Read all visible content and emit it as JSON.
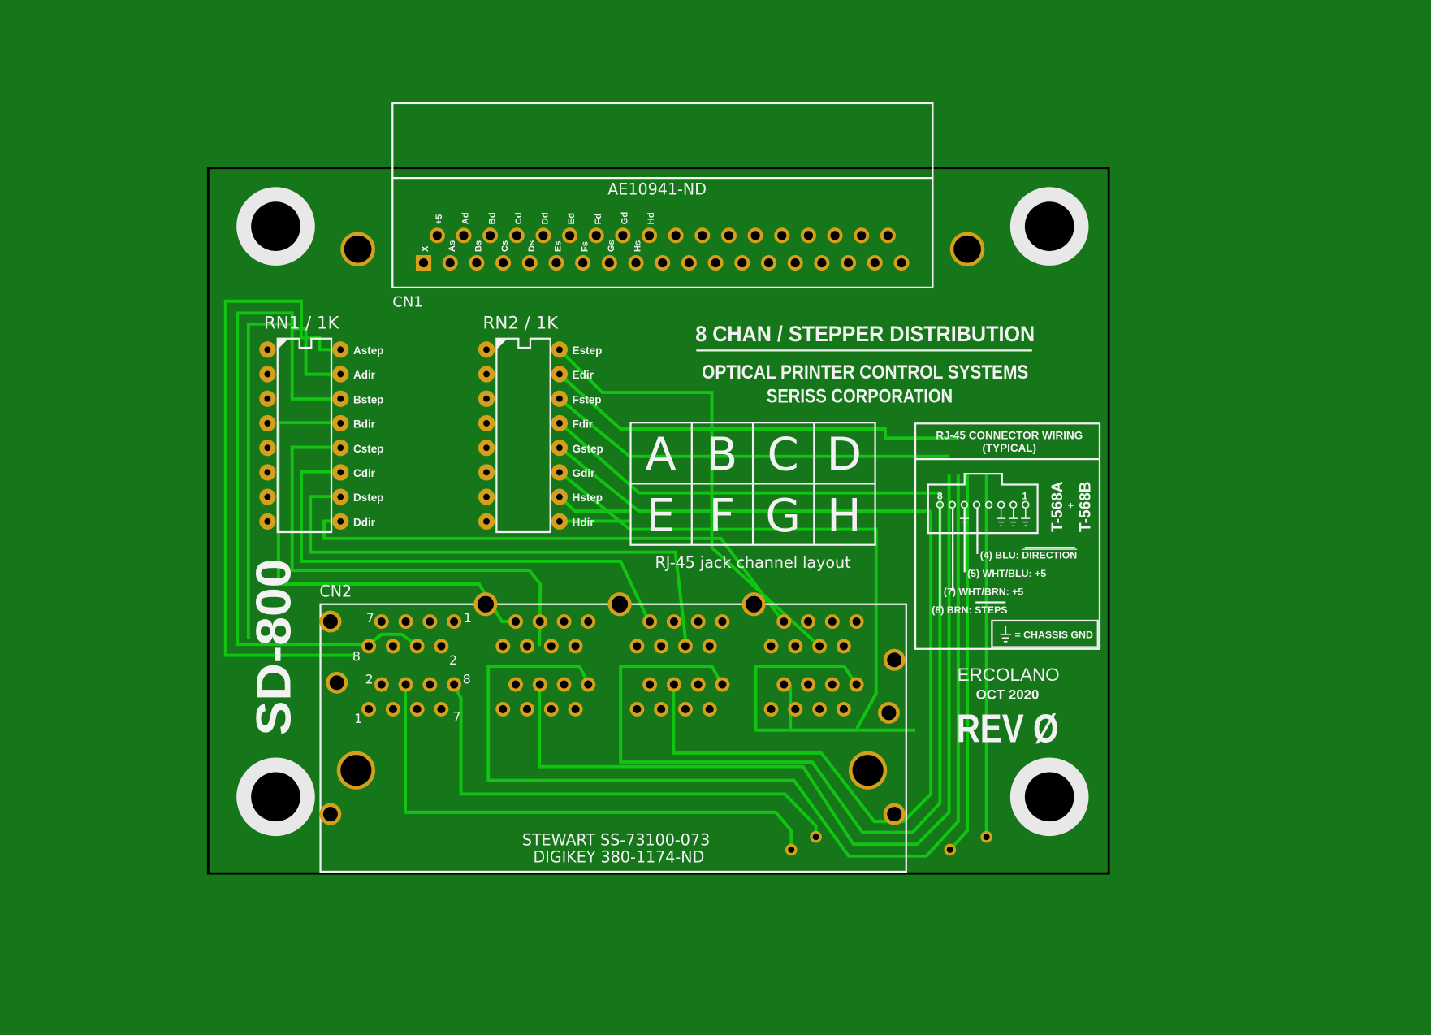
{
  "colors": {
    "board": "#16761a",
    "trace": "#12c412",
    "pad": "#d4a01c",
    "silkscreen": "#f2f2f2",
    "edge": "#000000"
  },
  "cn1": {
    "ref": "CN1",
    "part": "AE10941-ND",
    "top_labels": [
      "+5",
      "Ad",
      "Bd",
      "Cd",
      "Dd",
      "Ed",
      "Fd",
      "Gd",
      "Hd"
    ],
    "bottom_labels": [
      "X",
      "As",
      "Bs",
      "Cs",
      "Ds",
      "Es",
      "Fs",
      "Gs",
      "Hs"
    ]
  },
  "rn1": {
    "ref": "RN1 / 1K",
    "labels": [
      "Astep",
      "Adir",
      "Bstep",
      "Bdir",
      "Cstep",
      "Cdir",
      "Dstep",
      "Ddir"
    ]
  },
  "rn2": {
    "ref": "RN2 / 1K",
    "labels": [
      "Estep",
      "Edir",
      "Fstep",
      "Fdir",
      "Gstep",
      "Gdir",
      "Hstep",
      "Hdir"
    ]
  },
  "title": {
    "line1": "8 CHAN / STEPPER DISTRIBUTION",
    "line2": "OPTICAL PRINTER CONTROL SYSTEMS",
    "line3": "SERISS CORPORATION"
  },
  "channel_layout": {
    "letters": [
      "A",
      "B",
      "C",
      "D",
      "E",
      "F",
      "G",
      "H"
    ],
    "caption": "RJ-45 jack channel layout"
  },
  "wiring": {
    "title1": "RJ-45 CONNECTOR WIRING",
    "title2": "(TYPICAL)",
    "pin8": "8",
    "pin1": "1",
    "std_a": "T-568A",
    "plus": "+",
    "std_b": "T-568B",
    "l4_prefix": "(4) BLU: ",
    "l4_signal": "DIRECTION",
    "l5": "(5) WHT/BLU: +5",
    "l7": "(7) WHT/BRN: +5",
    "l8_prefix": "(8) BRN: ",
    "l8_signal": "STEPS",
    "gnd": "= CHASSIS GND"
  },
  "cn2": {
    "ref": "CN2",
    "pin_labels": [
      "7",
      "1",
      "8",
      "2",
      "2",
      "8",
      "1",
      "7"
    ],
    "part1": "STEWART SS-73100-073",
    "part2": "DIGIKEY 380-1174-ND"
  },
  "board_name": "SD-800",
  "author": "ERCOLANO",
  "date": "OCT 2020",
  "revision": "REV Ø"
}
